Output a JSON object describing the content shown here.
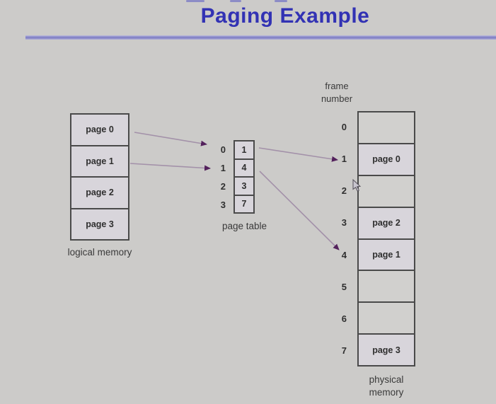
{
  "title": "Paging Example",
  "logical_memory": {
    "caption": "logical memory",
    "pages": [
      "page 0",
      "page 1",
      "page 2",
      "page 3"
    ]
  },
  "page_table": {
    "caption": "page table",
    "rows": [
      {
        "index": "0",
        "value": "1"
      },
      {
        "index": "1",
        "value": "4"
      },
      {
        "index": "2",
        "value": "3"
      },
      {
        "index": "3",
        "value": "7"
      }
    ]
  },
  "physical_memory": {
    "header": "frame number",
    "caption": "physical memory",
    "frames": [
      {
        "index": "0",
        "content": ""
      },
      {
        "index": "1",
        "content": "page 0"
      },
      {
        "index": "2",
        "content": ""
      },
      {
        "index": "3",
        "content": "page 2"
      },
      {
        "index": "4",
        "content": "page 1"
      },
      {
        "index": "5",
        "content": ""
      },
      {
        "index": "6",
        "content": ""
      },
      {
        "index": "7",
        "content": "page 3"
      }
    ]
  },
  "arrows": [
    {
      "from": "logical memory page 0",
      "to": "page table entry 0"
    },
    {
      "from": "logical memory page 1",
      "to": "page table entry 1"
    },
    {
      "from": "page table entry 0 value 1",
      "to": "frame 1"
    },
    {
      "from": "page table entry 1 value 4",
      "to": "frame 4"
    }
  ],
  "colors": {
    "background": "#cccbc9",
    "title": "#3232b4",
    "divider": "#8282c6",
    "arrow_line": "#a391a9",
    "arrow_head": "#53215c",
    "cell_border": "#4a4a4a",
    "cell_fill": "#d8d5db",
    "empty_cell_fill": "#d1d0ce",
    "text": "#2f2f2f"
  }
}
